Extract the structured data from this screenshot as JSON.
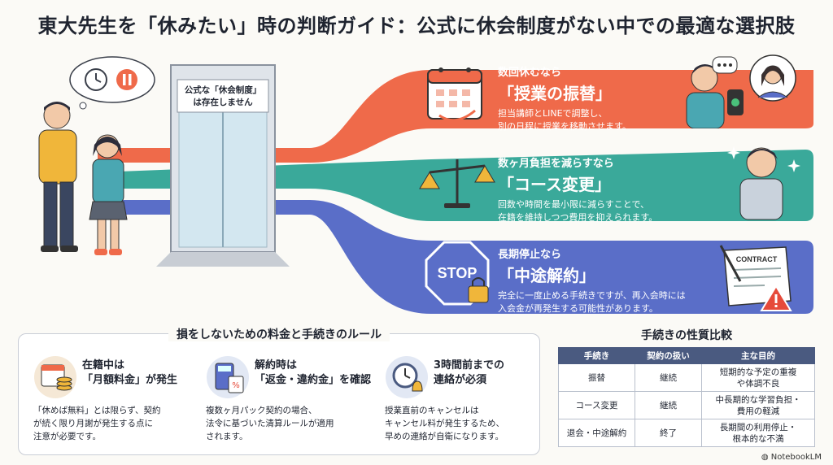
{
  "title": "東大先生を「休みたい」時の判断ガイド：公式に休会制度がない中での最適な選択肢",
  "door": {
    "label_line1": "公式な「休会制度」",
    "label_line2": "は存在しません"
  },
  "options": [
    {
      "head": "数回休むなら",
      "big": "「授業の振替」",
      "desc1": "担当講師とLINEで調整し、",
      "desc2": "別の日程に授業を移動させます。",
      "color": "#ef6a4a"
    },
    {
      "head": "数ヶ月負担を減らすなら",
      "big": "「コース変更」",
      "desc1": "回数や時間を最小限に減らすことで、",
      "desc2": "在籍を維持しつつ費用を抑えられます。",
      "color": "#3aa99a"
    },
    {
      "head": "長期停止なら",
      "big": "「中途解約」",
      "desc1": "完全に一度止める手続きですが、再入会時には",
      "desc2": "入会金が再発生する可能性があります。",
      "color": "#5a6ec8"
    }
  ],
  "stop_sign": "STOP",
  "contract_label": "CONTRACT",
  "rules": {
    "title": "損をしないための料金と手続きのルール",
    "items": [
      {
        "h1": "在籍中は",
        "h2": "「月額料金」が発生",
        "d1": "「休めば無料」とは限らず、契約",
        "d2": "が続く限り月謝が発生する点に",
        "d3": "注意が必要です。"
      },
      {
        "h1": "解約時は",
        "h2": "「返金・違約金」を確認",
        "d1": "複数ヶ月パック契約の場合、",
        "d2": "法令に基づいた清算ルールが適用",
        "d3": "されます。"
      },
      {
        "h1": "3時間前までの",
        "h2": "連絡が必須",
        "d1": "授業直前のキャンセルは",
        "d2": "キャンセル料が発生するため、",
        "d3": "早めの連絡が自衛になります。"
      }
    ]
  },
  "comparison": {
    "title": "手続きの性質比較",
    "headers": [
      "手続き",
      "契約の扱い",
      "主な目的"
    ],
    "rows": [
      {
        "proc": "振替",
        "contract": "継続",
        "purpose1": "短期的な予定の重複",
        "purpose2": "や体調不良"
      },
      {
        "proc": "コース変更",
        "contract": "継続",
        "purpose1": "中長期的な学習負担・",
        "purpose2": "費用の軽減"
      },
      {
        "proc": "退会・中途解約",
        "contract": "終了",
        "purpose1": "長期間の利用停止・",
        "purpose2": "根本的な不満"
      }
    ]
  },
  "brand": "NotebookLM",
  "colors": {
    "orange": "#ef6a4a",
    "teal": "#3aa99a",
    "blue": "#5a6ec8",
    "header": "#4a5a80"
  }
}
